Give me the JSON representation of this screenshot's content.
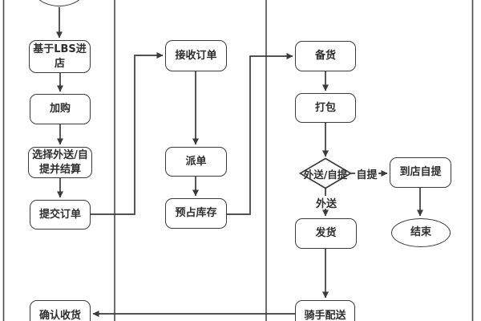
{
  "diagram": {
    "type": "flowchart-swimlane",
    "stroke_color": "#3b3b3b",
    "background_color": "#ffffff",
    "nodes": {
      "start": "",
      "lbs_entry": "基于LBS进店",
      "add_to_cart": "加购",
      "select_delivery": "选择外送/自提并结算",
      "submit_order": "提交订单",
      "confirm_receipt": "确认收货",
      "receive_order": "接收订单",
      "dispatch_order": "派单",
      "reserve_stock": "预占库存",
      "prepare_goods": "备货",
      "pack": "打包",
      "delivery_decision": "外送/自提",
      "ship": "发货",
      "rider_delivery": "骑手配送",
      "store_pickup": "到店自提",
      "end": "结束"
    },
    "edge_labels": {
      "pickup_branch": "自提",
      "delivery_branch": "外送"
    }
  }
}
